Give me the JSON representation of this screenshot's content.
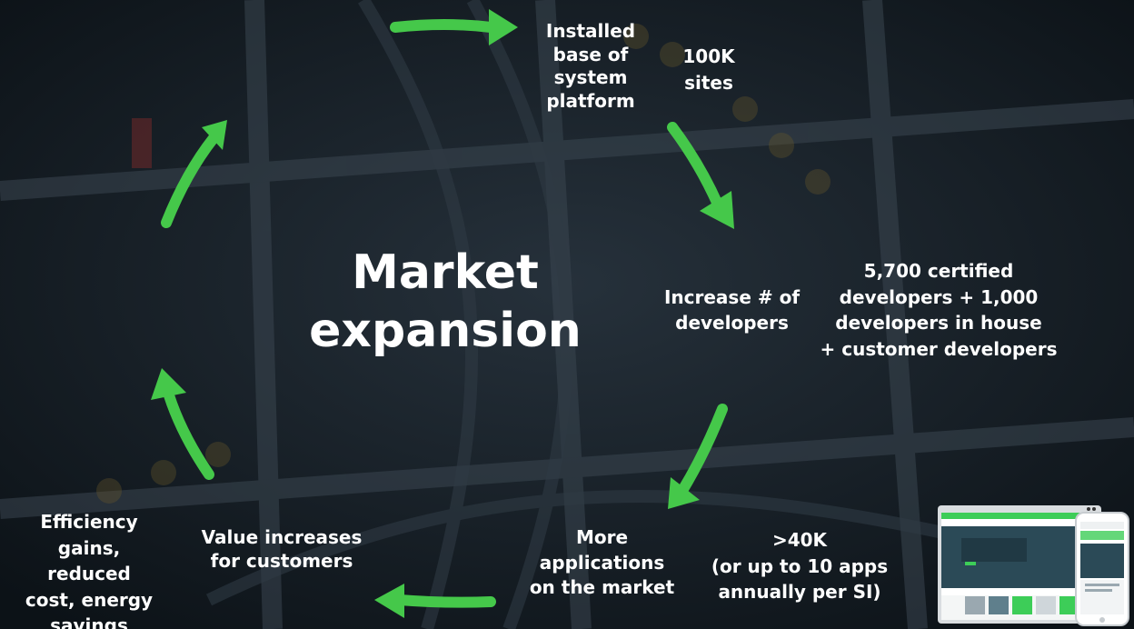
{
  "title": "Market\nexpansion",
  "steps": {
    "installed_base": {
      "label": "Installed\nbase of\nsystem\nplatform",
      "stat": "100K\nsites"
    },
    "developers": {
      "label": "Increase # of\ndevelopers",
      "stat": "5,700 certified\ndevelopers + 1,000\ndevelopers in house\n+ customer developers"
    },
    "applications": {
      "label": "More\napplications\non the market",
      "stat": ">40K\n(or up to 10 apps\nannually per SI)"
    },
    "value": {
      "label": "Value increases\nfor customers"
    },
    "efficiency": {
      "label": "Efficiency\ngains, reduced\ncost, energy\nsavings"
    }
  },
  "colors": {
    "arrow": "#45c84a",
    "text": "#ffffff"
  },
  "icons": [
    "cycle-arrow-icon",
    "device-mockup-image"
  ]
}
